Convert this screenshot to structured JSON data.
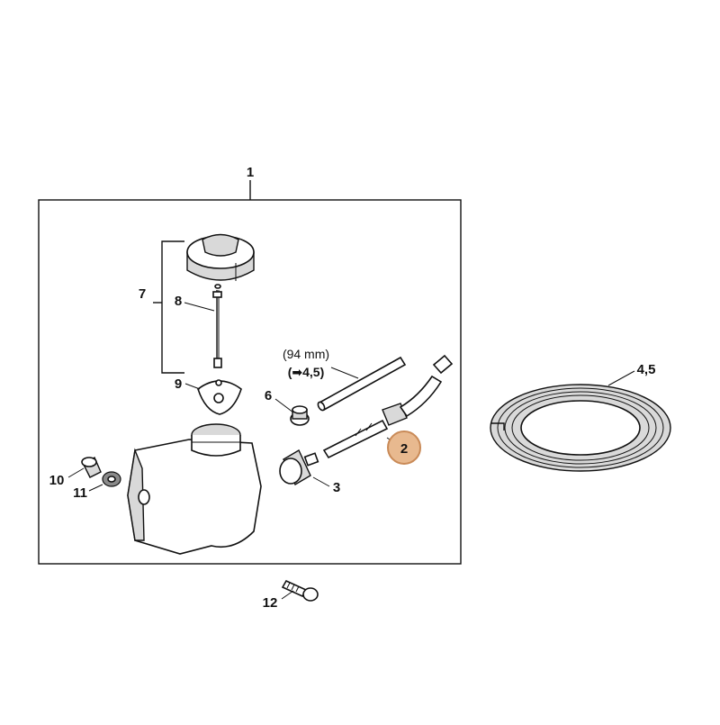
{
  "callouts": {
    "c1": "1",
    "c2": "2",
    "c3": "3",
    "c45": "4,5",
    "c6": "6",
    "c7": "7",
    "c8": "8",
    "c9": "9",
    "c10": "10",
    "c11": "11",
    "c12": "12"
  },
  "annotation": {
    "length": "(94 mm)",
    "ref": "(➡4,5)"
  },
  "colors": {
    "highlight_fill": "#e8b98f",
    "highlight_stroke": "#c98a57"
  }
}
